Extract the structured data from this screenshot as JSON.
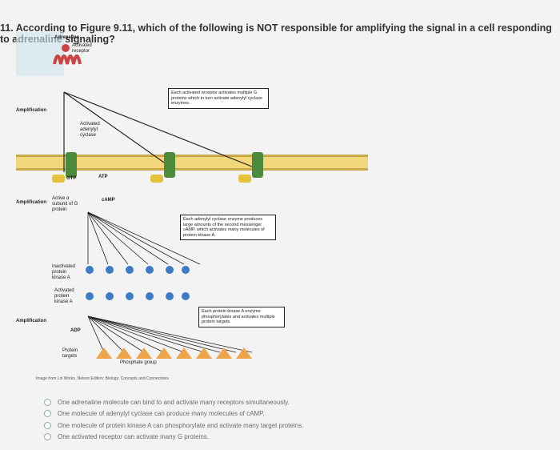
{
  "question": {
    "number": "11.",
    "text": "According to Figure 9.11, which of the following is NOT responsible for amplifying the signal in a cell responding to adrenaline signaling?"
  },
  "figure": {
    "label_adrenaline": "Adrenaline",
    "label_activated_receptor": "Activated receptor",
    "label_amplification_1": "Amplification",
    "label_amplification_2": "Amplification",
    "label_amplification_3": "Amplification",
    "label_activated_adenylyl": "Activated adenylyl cyclase",
    "label_gtp": "GTP",
    "label_atp": "ATP",
    "label_camp": "cAMP",
    "label_active_subunit": "Active α subunit of G protein",
    "label_inactivated_pka": "Inactivated protein kinase A",
    "label_activated_pka": "Activated protein kinase A",
    "label_adp": "ADP",
    "label_protein_targets": "Protein targets",
    "label_phosphate_group": "Phosphate group",
    "box_receptor": "Each activated receptor activates multiple G proteins which in turn activate adenylyl cyclase enzymes.",
    "box_cyclase": "Each adenylyl cyclase enzyme produces large amounts of the second messenger cAMP, which activates many molecules of protein kinase A.",
    "box_kinase": "Each protein kinase A enzyme phosphorylates and activates multiple protein targets.",
    "credit": "Image from Lin Works, Nelson Edition; Biology: Concepts and Connections"
  },
  "options": [
    "One adrenaline molecule can bind to and activate many receptors simultaneously.",
    "One molecule of adenylyl cyclase can produce many molecules of cAMP.",
    "One molecule of protein kinase A can phosphorylate and activate many target proteins.",
    "One activated receptor can activate many G proteins."
  ]
}
